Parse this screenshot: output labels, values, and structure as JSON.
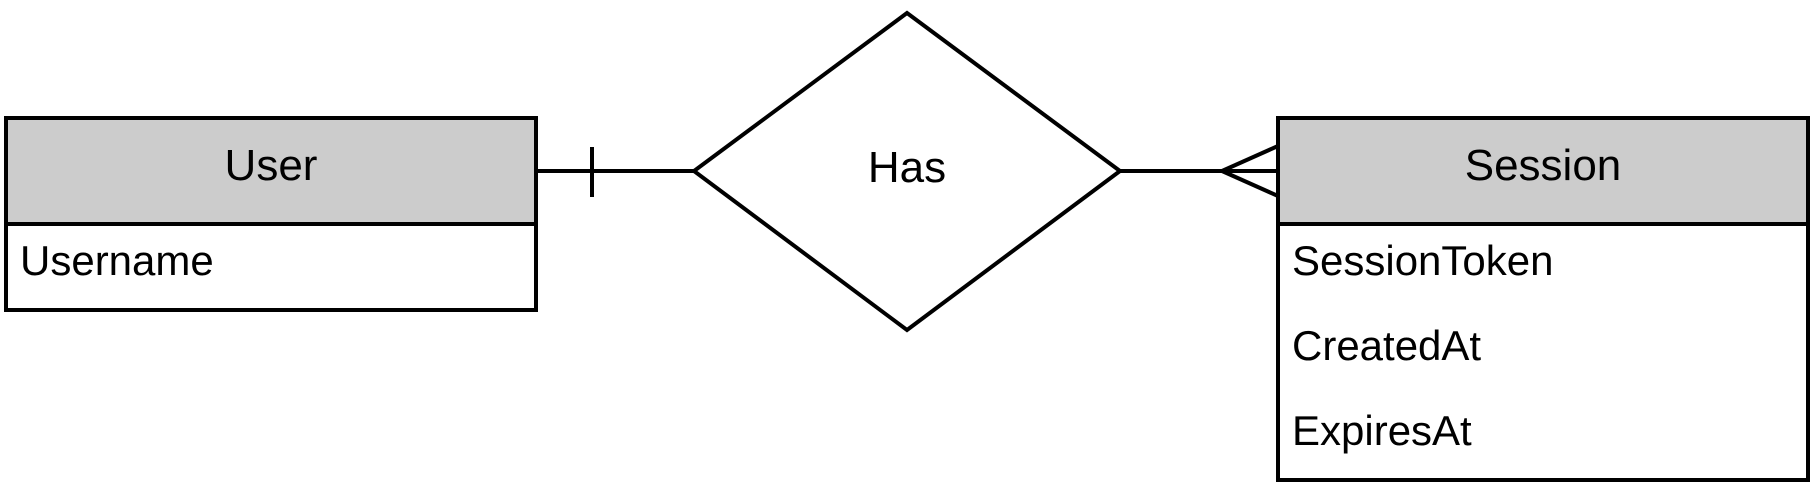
{
  "entities": {
    "user": {
      "title": "User",
      "attributes": [
        "Username"
      ]
    },
    "session": {
      "title": "Session",
      "attributes": [
        "SessionToken",
        "CreatedAt",
        "ExpiresAt"
      ]
    }
  },
  "relationship": {
    "label": "Has",
    "left_cardinality": "one",
    "right_cardinality": "many"
  },
  "colors": {
    "header_fill": "#cccccc",
    "stroke": "#000000",
    "background": "#ffffff"
  }
}
